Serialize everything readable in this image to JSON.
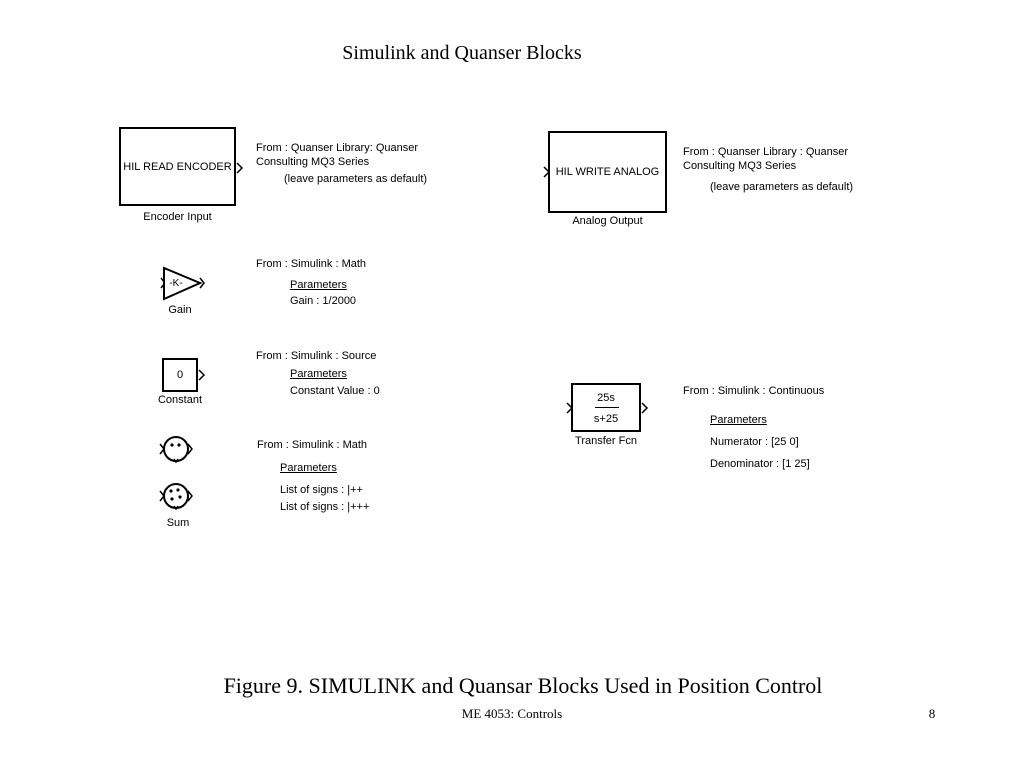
{
  "slide": {
    "title": "Simulink and Quanser Blocks",
    "caption": "Figure 9.  SIMULINK and Quansar Blocks Used in Position Control",
    "footer_course": "ME 4053: Controls",
    "page_number": "8"
  },
  "blocks": {
    "encoder": {
      "text": "HIL READ ENCODER",
      "label": "Encoder Input",
      "from": "From : Quanser Library: Quanser",
      "from2": "Consulting MQ3 Series",
      "note": "(leave parameters as default)"
    },
    "analog": {
      "text": "HIL WRITE ANALOG",
      "label": "Analog Output",
      "from": "From : Quanser Library : Quanser",
      "from2": "Consulting MQ3 Series",
      "note": "(leave parameters as default)"
    },
    "gain": {
      "text": "-K-",
      "label": "Gain",
      "from": "From : Simulink : Math",
      "params_heading": "Parameters",
      "param1": "Gain : 1/2000"
    },
    "constant": {
      "text": "0",
      "label": "Constant",
      "from": "From : Simulink : Source",
      "params_heading": "Parameters",
      "param1": "Constant Value : 0"
    },
    "sum": {
      "label": "Sum",
      "from": "From : Simulink : Math",
      "params_heading": "Parameters",
      "param1": "List of signs : |++",
      "param2": "List of signs : |+++"
    },
    "transfer": {
      "numerator": "25s",
      "denominator": "s+25",
      "label": "Transfer Fcn",
      "from": "From : Simulink : Continuous",
      "params_heading": "Parameters",
      "param1": "Numerator : [25 0]",
      "param2": "Denominator : [1 25]"
    }
  }
}
